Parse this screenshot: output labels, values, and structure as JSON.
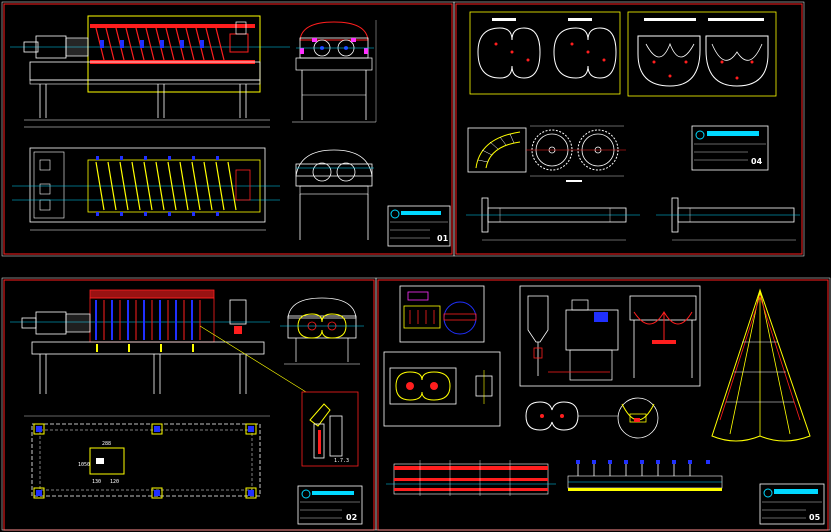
{
  "sheets": [
    {
      "id": "sheet-1",
      "number": "01"
    },
    {
      "id": "sheet-2",
      "number": "04"
    },
    {
      "id": "sheet-3",
      "number": "02"
    },
    {
      "id": "sheet-4",
      "number": "05"
    }
  ],
  "dimensions": {
    "d1": "288",
    "d2": "1050",
    "d3": "130",
    "d4": "120",
    "d5": "1.7.3"
  },
  "colors": {
    "frame": "#ff1e1e",
    "line": "#ffffff",
    "yellow": "#ffff00",
    "blue": "#2030ff",
    "cyan": "#00d8ff",
    "magenta": "#ff30ff",
    "green": "#00ff40"
  }
}
